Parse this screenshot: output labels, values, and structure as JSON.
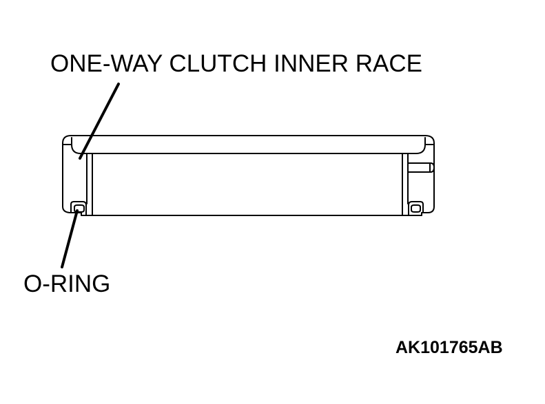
{
  "labels": {
    "inner_race": "ONE-WAY CLUTCH INNER RACE",
    "o_ring": "O-RING",
    "figure_id": "AK101765AB"
  },
  "colors": {
    "ink": "#000000",
    "background": "#ffffff"
  }
}
